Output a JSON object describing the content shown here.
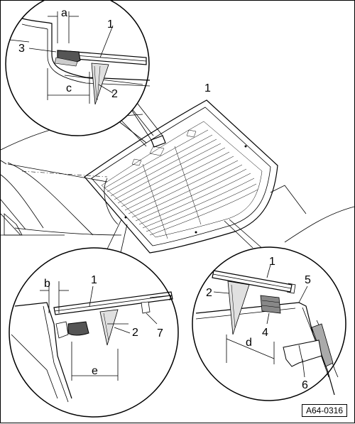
{
  "labels": {
    "top_a": "a",
    "top_1": "1",
    "top_3": "3",
    "top_c": "c",
    "top_2": "2",
    "main_1": "1",
    "bl_b": "b",
    "bl_1": "1",
    "bl_2": "2",
    "bl_7": "7",
    "bl_e": "e",
    "br_1": "1",
    "br_2": "2",
    "br_5": "5",
    "br_4": "4",
    "br_d": "d",
    "br_6": "6"
  },
  "reference": "A64-0316"
}
